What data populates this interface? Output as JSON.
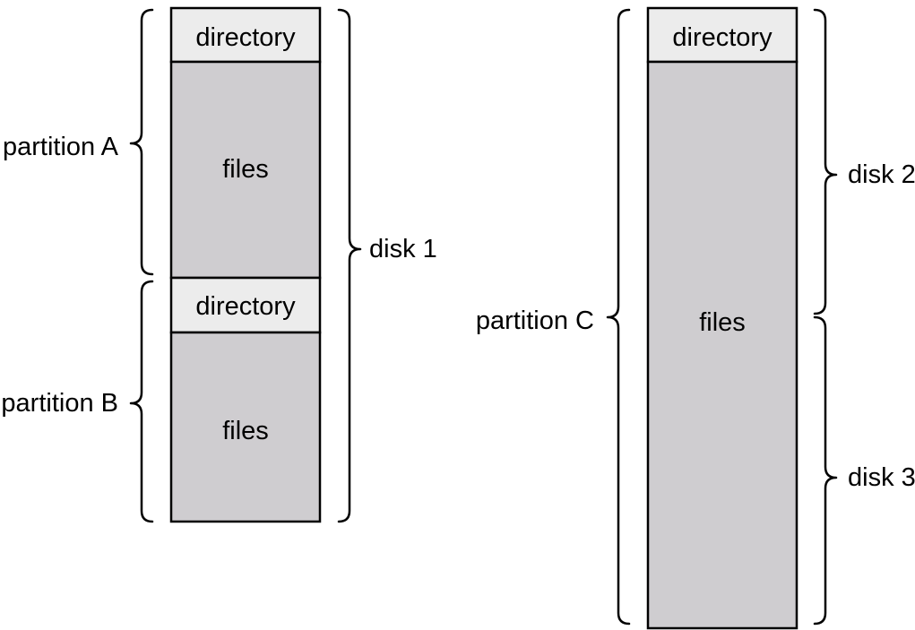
{
  "colors": {
    "directory_fill": "#ececec",
    "files_fill": "#cfcdd0",
    "outline": "#000000"
  },
  "left_stack": {
    "partition_a": {
      "label": "partition A",
      "directory_label": "directory",
      "files_label": "files"
    },
    "partition_b": {
      "label": "partition B",
      "directory_label": "directory",
      "files_label": "files"
    },
    "disk_1_label": "disk 1"
  },
  "right_stack": {
    "partition_c": {
      "label": "partition C",
      "directory_label": "directory",
      "files_label": "files"
    },
    "disk_2_label": "disk 2",
    "disk_3_label": "disk 3"
  }
}
